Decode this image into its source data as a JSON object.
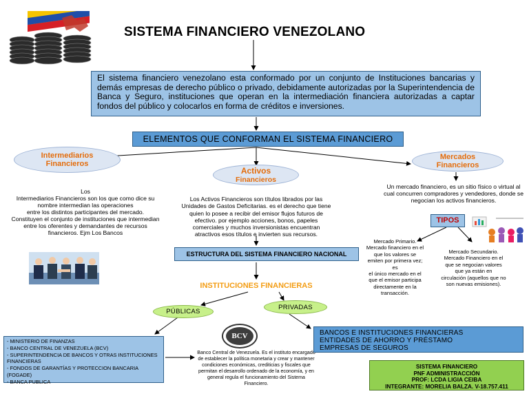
{
  "title": "SISTEMA FINANCIERO VENEZOLANO",
  "intro": "El sistema financiero venezolano esta conformado por un conjunto de Instituciones bancarias y demás empresas de derecho público o privado, debidamente autorizadas por la Superintendencia de Banca y Seguro, instituciones que operan en la intermediación financiera autorizadas a captar fondos del público y colocarlos en forma de créditos e inversiones.",
  "elementos": "ELEMENTOS QUE CONFORMAN EL SISTEMA FINANCIERO",
  "intermediarios": {
    "label_1": "Intermediarios",
    "label_2": "Financieros",
    "desc": "Los\nIntermediarios Financieros son los que como dice su nombre intermedian las operaciones\nentre los distintos participantes del mercado.\nConstituyen el conjunto de instituciones que intermedian entre los oferentes y demandantes de recursos financieros. Ejm Los Bancos"
  },
  "activos": {
    "label_1": "Activos",
    "label_2": "Financieros",
    "desc": "Los Activos Financieros son títulos librados por las Unidades de Gastos Deficitarias. es el derecho que tiene quien lo posee a recibir del emisor flujos futuros de efectivo. por ejemplo acciones, bonos, papeles comerciales y muchos inversionistas encuentran atractivos esos títulos e invierten sus recursos."
  },
  "mercados": {
    "label_1": "Mercados",
    "label_2": "Financieros",
    "desc": "Un mercado financiero, es un sitio físico o virtual al cual concurren compradores y vendedores, donde se negocian los activos financieros.",
    "tipos": "TIPOS",
    "primario": "Mercado Primario.\nMercado financiero en el que los valores se emiten por primera vez; es\nel único mercado en el que el emisor participa directamente en la transacción.",
    "secundario": "Mercado Secundario.\nMercado Financiero en el que se negocian valores que ya están en\ncirculación (aquellos que no son nuevas emisiones)."
  },
  "estructura": "ESTRUCTURA DEL SISTEMA FINANCIERO NACIONAL",
  "instituciones": "INSTITUCIONES FINANCIERAS",
  "publicas": "PÚBLICAS",
  "privadas": "PRIVADAS",
  "public_list": [
    "-        MINISTERIO DE FINANZAS",
    "-    BANCO CENTRAL DE VENEZUELA (BCV)",
    "-      SUPERINTENDENCIA DE BANCOS Y OTRAS INSTITUCIONES FINANCIERAS",
    "-    FONDOS DE GARANTÍAS Y PROTECCION BANCARIA (FOGADE)",
    "-      BANCA PUBLICA"
  ],
  "bcv_desc": "Banco Central de Venezuela. Es el instituto encargado de establecer la política monetaria y crear y mantener condiciones económicas, crediticias y fiscales que permitan el desarrollo ordenado de la economía, y en general regula el funcionamiento del Sistema Financiero.",
  "bcv_logo": "BCV",
  "private_list": [
    "BANCOS E INSTITUCIONES FINANCIERAS",
    "ENTIDADES DE AHORRO Y PRÉSTAMO",
    "EMPRESAS DE SEGUROS"
  ],
  "credit": {
    "line1": "SISTEMA FINANCIERO",
    "line2": "PNF ADMINISTRACCIÓN",
    "line3": "PROF: LCDA LIGIA CEIBA",
    "line4": "INTEGRANTE: MORELIA BALZA.  V-18.757.411"
  },
  "colors": {
    "light_blue": "#9dc3e6",
    "mid_blue": "#5b9bd5",
    "orange": "#e46c0a",
    "green": "#92d050",
    "light_green": "#c7f08a",
    "red": "#c00000"
  }
}
